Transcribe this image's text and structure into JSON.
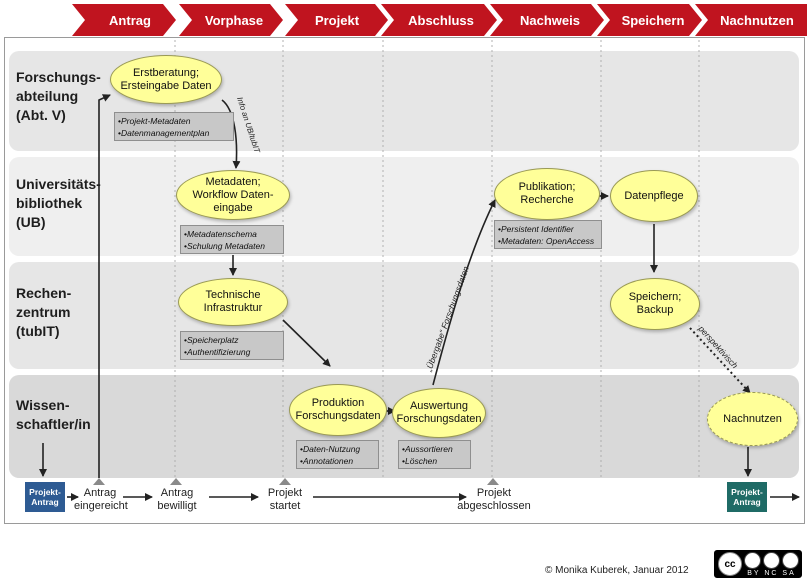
{
  "phases": [
    "Antrag",
    "Vorphase",
    "Projekt",
    "Abschluss",
    "Nachweis",
    "Speichern",
    "Nachnutzen"
  ],
  "phase_color": "#c0141f",
  "lanes": {
    "forschung": "Forschungs-\nabteilung\n(Abt. V)",
    "ub": "Universitäts-\nbibliothek\n(UB)",
    "rz": "Rechen-\nzentrum\n(tubIT)",
    "wiss": "Wissen-\nschaftler/in"
  },
  "nodes": {
    "erstberatung": "Erstberatung;\nErsteingabe Daten",
    "metadaten": "Metadaten;\nWorkflow Daten-\neingabe",
    "technische": "Technische\nInfrastruktur",
    "produktion": "Produktion\nForschungsdaten",
    "auswertung": "Auswertung\nForschungsdaten",
    "publikation": "Publikation;\nRecherche",
    "datenpflege": "Datenpflege",
    "speichern": "Speichern;\nBackup",
    "nachnutzen": "Nachnutzen"
  },
  "notes": {
    "erstberatung": [
      "Projekt-Metadaten",
      "Datenmanagementplan"
    ],
    "metadaten": [
      "Metadatenschema",
      "Schulung Metadaten"
    ],
    "technische": [
      "Speicherplatz",
      "Authentifizierung"
    ],
    "produktion": [
      "Daten-Nutzung",
      "Annotationen"
    ],
    "auswertung": [
      "Aussortieren",
      "Löschen"
    ],
    "publikation": [
      "Persistent Identifier",
      "Metadaten: OpenAccess"
    ]
  },
  "edge_labels": {
    "info": "Info an UB/tubIT",
    "uebergabe": "„Übergabe“ Forschungsdaten",
    "perspektivisch": "perspektivisch"
  },
  "milestones": {
    "eingereicht": "Antrag\neingereicht",
    "bewilligt": "Antrag\nbewilligt",
    "startet": "Projekt\nstartet",
    "abgeschlossen": "Projekt\nabgeschlossen"
  },
  "badges": {
    "left": "Projekt-\nAntrag",
    "right": "Projekt-\nAntrag"
  },
  "badge_colors": {
    "left": "#2e5b93",
    "right": "#1f6b66"
  },
  "copyright": "© Monika Kuberek, Januar 2012",
  "license": {
    "cc": "cc",
    "terms": "BY NC SA"
  }
}
